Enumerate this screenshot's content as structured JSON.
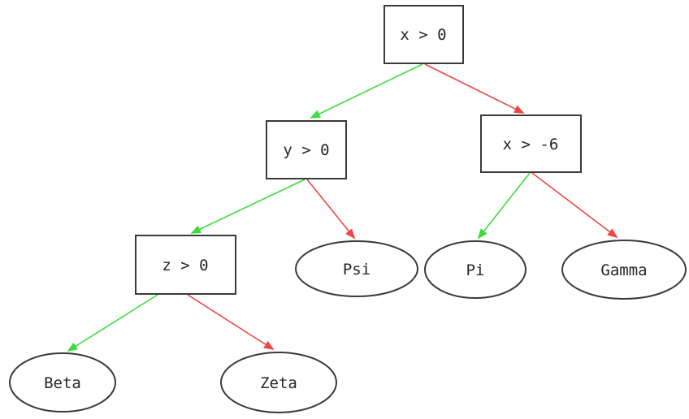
{
  "diagram": {
    "kind": "decision-tree",
    "background": "#ffffff",
    "colors": {
      "green_edge": "#3ddc3d",
      "red_edge": "#ee4545",
      "node_border": "#3a3a3a",
      "node_fill": "#ffffff",
      "label_text": "#262626"
    },
    "nodes": [
      {
        "id": "x_gt_0",
        "label": "x > 0",
        "shape": "box",
        "role": "decision"
      },
      {
        "id": "y_gt_0",
        "label": "y > 0",
        "shape": "box",
        "role": "decision"
      },
      {
        "id": "x_gt_neg6",
        "label": "x > -6",
        "shape": "box",
        "role": "decision"
      },
      {
        "id": "z_gt_0",
        "label": "z > 0",
        "shape": "box",
        "role": "decision"
      },
      {
        "id": "psi",
        "label": "Psi",
        "shape": "ellipse",
        "role": "leaf"
      },
      {
        "id": "pi",
        "label": "Pi",
        "shape": "ellipse",
        "role": "leaf"
      },
      {
        "id": "gamma",
        "label": "Gamma",
        "shape": "ellipse",
        "role": "leaf"
      },
      {
        "id": "beta",
        "label": "Beta",
        "shape": "ellipse",
        "role": "leaf"
      },
      {
        "id": "zeta",
        "label": "Zeta",
        "shape": "ellipse",
        "role": "leaf"
      }
    ],
    "edges": [
      {
        "from": "x > 0",
        "to": "y > 0",
        "color_name": "green",
        "color": "#3ddc3d"
      },
      {
        "from": "x > 0",
        "to": "x > -6",
        "color_name": "red",
        "color": "#ee4545"
      },
      {
        "from": "y > 0",
        "to": "z > 0",
        "color_name": "green",
        "color": "#3ddc3d"
      },
      {
        "from": "y > 0",
        "to": "Psi",
        "color_name": "red",
        "color": "#ee4545"
      },
      {
        "from": "x > -6",
        "to": "Pi",
        "color_name": "green",
        "color": "#3ddc3d"
      },
      {
        "from": "x > -6",
        "to": "Gamma",
        "color_name": "red",
        "color": "#ee4545"
      },
      {
        "from": "z > 0",
        "to": "Beta",
        "color_name": "green",
        "color": "#3ddc3d"
      },
      {
        "from": "z > 0",
        "to": "Zeta",
        "color_name": "red",
        "color": "#ee4545"
      }
    ]
  }
}
